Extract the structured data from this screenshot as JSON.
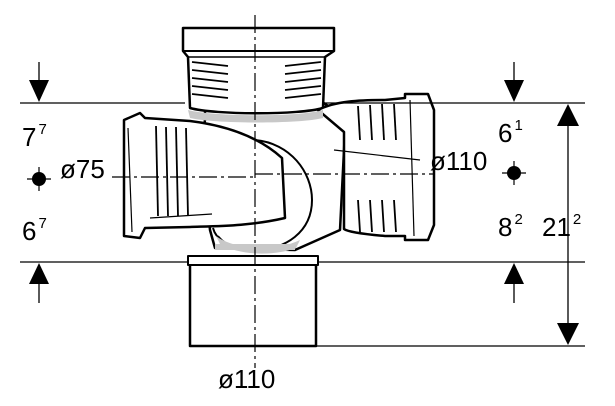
{
  "labels": {
    "dia_left": "ø75",
    "dia_right": "ø110",
    "dia_bottom": "ø110",
    "left_upper": {
      "main": "7",
      "sup": "7"
    },
    "left_lower": {
      "main": "6",
      "sup": "7"
    },
    "right_upper": {
      "main": "6",
      "sup": "1"
    },
    "right_lower": {
      "main": "8",
      "sup": "2"
    },
    "total": {
      "main": "21",
      "sup": "2"
    }
  },
  "colors": {
    "line": "#000000",
    "fill": "#ffffff",
    "shade": "#c8c8c8"
  }
}
